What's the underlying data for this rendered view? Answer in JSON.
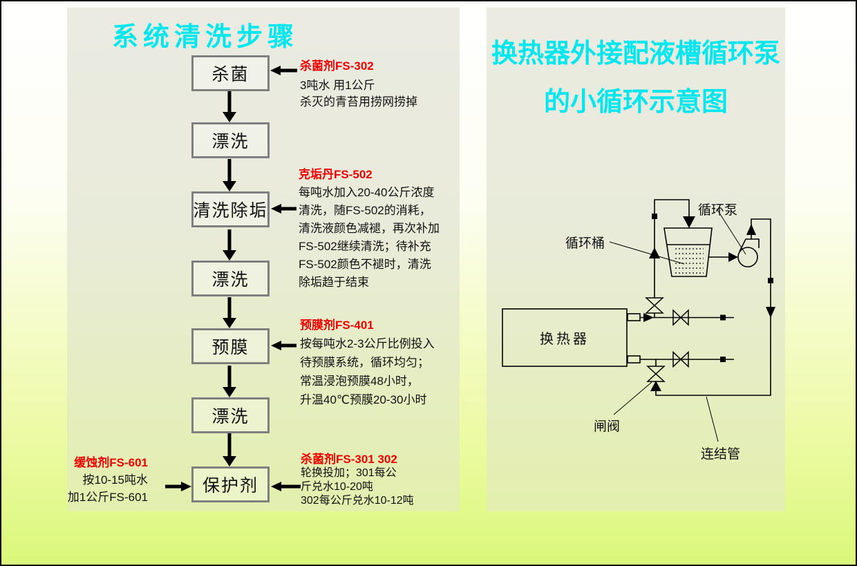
{
  "colors": {
    "title_cyan": "#00e6ee",
    "label_red": "#ee0000",
    "page_bottom": "#daf87a",
    "box_border_gray": "#7f7f7f"
  },
  "left_panel": {
    "title": "系统清洗步骤",
    "steps": [
      "杀菌",
      "漂洗",
      "清洗除垢",
      "漂洗",
      "预膜",
      "漂洗",
      "保护剂"
    ],
    "annotations": [
      {
        "label": "杀菌剂FS-302",
        "lines": [
          "3吨水 用1公斤",
          "杀灭的青苔用捞网捞掉"
        ]
      },
      {
        "label": "克垢丹FS-502",
        "lines": [
          "每吨水加入20-40公斤浓度",
          "清洗，随FS-502的消耗，",
          "清洗液颜色减褪，再次补加",
          "FS-502继续清洗；待补充",
          "FS-502颜色不褪时，清洗",
          "除垢趋于结束"
        ]
      },
      {
        "label": "预膜剂FS-401",
        "lines": [
          "按每吨水2-3公斤比例投入",
          "待预膜系统，循环均匀；",
          "常温浸泡预膜48小时，",
          "升温40℃预膜20-30小时"
        ]
      },
      {
        "label": "缓蚀剂FS-601",
        "lines": [
          "按10-15吨水",
          "加1公斤FS-601"
        ]
      },
      {
        "label": "杀菌剂FS-301 302",
        "lines": [
          "轮换投加；301每公",
          "斤兑水10-20吨",
          "302每公斤兑水10-12吨"
        ]
      }
    ]
  },
  "right_panel": {
    "title_line1": "换热器外接配液槽循环泵",
    "title_line2": "的小循环示意图",
    "labels": {
      "pump": "循环泵",
      "bucket": "循环桶",
      "exchanger": "换热器",
      "gate_valve": "闸阀",
      "connecting_pipe": "连结管"
    }
  }
}
